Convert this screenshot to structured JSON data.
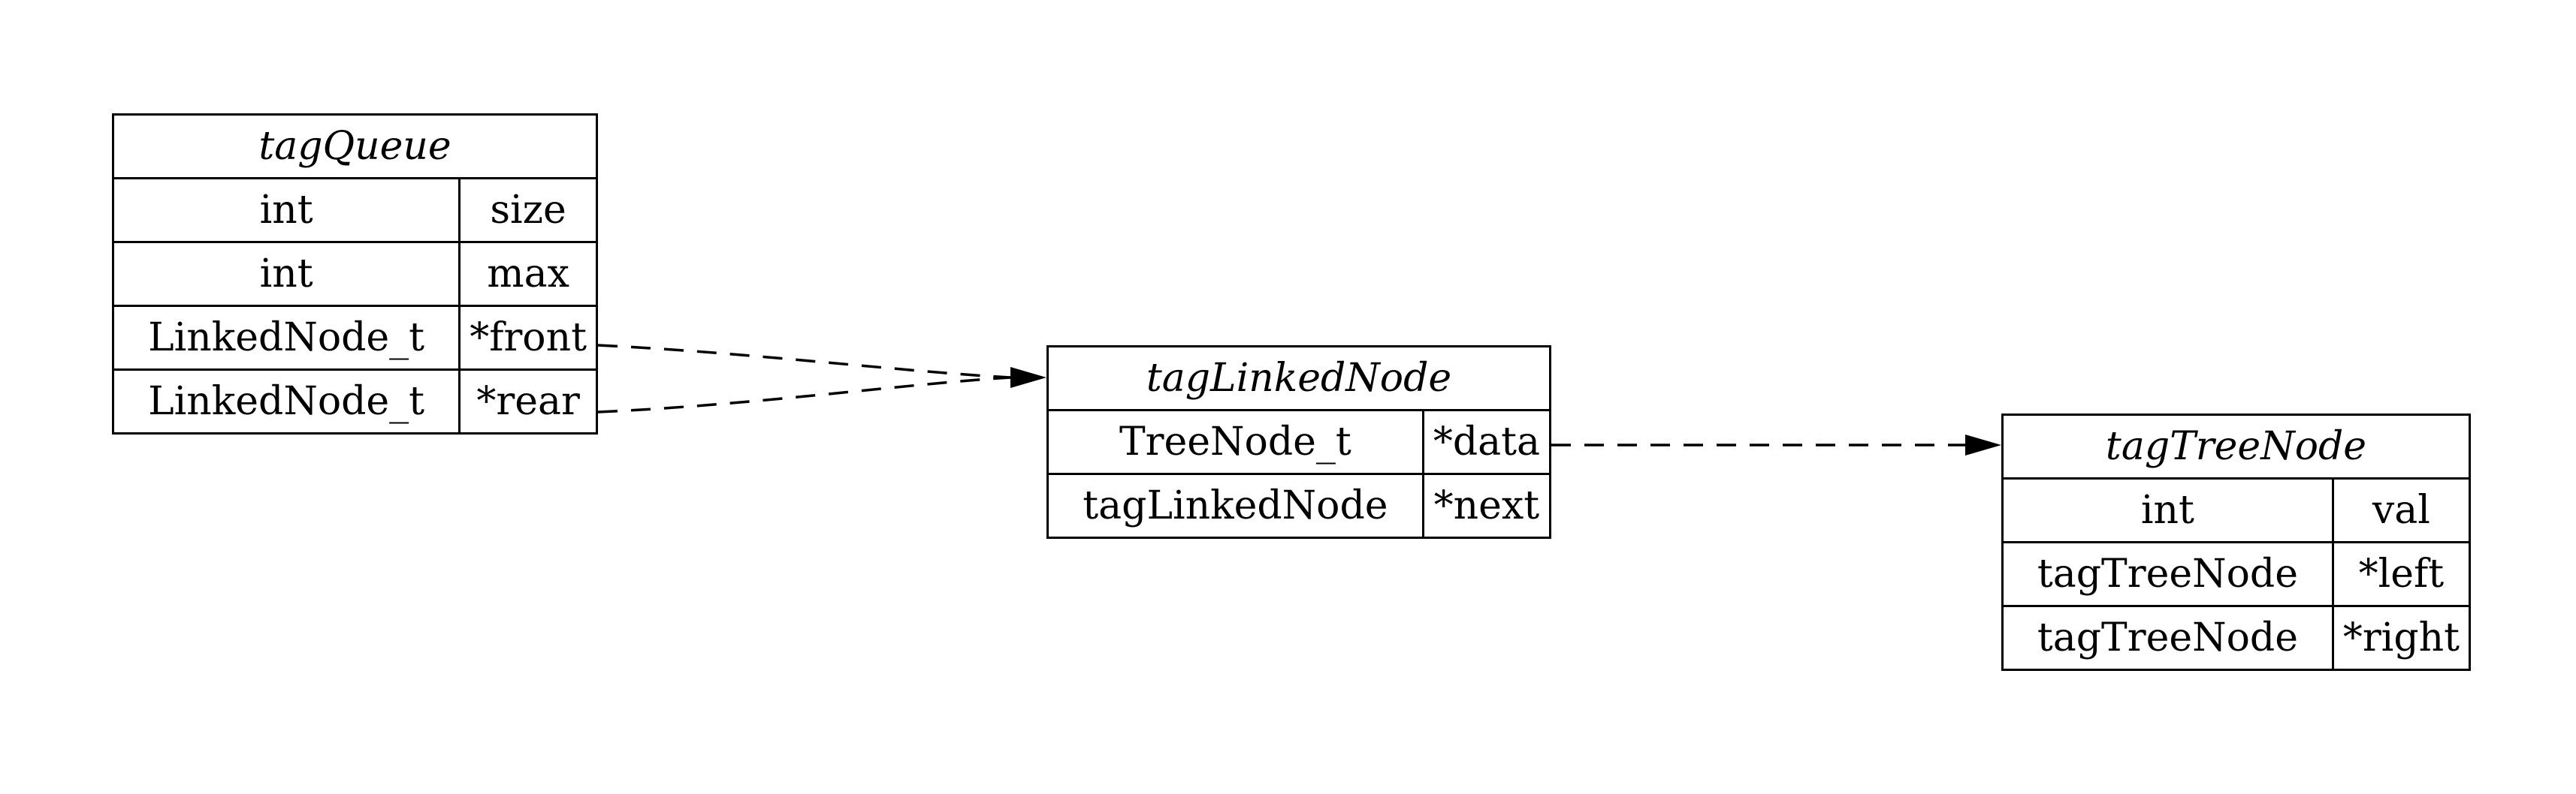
{
  "nodes": {
    "queue": {
      "title": "tagQueue",
      "fields": [
        {
          "type": "int",
          "name": "size"
        },
        {
          "type": "int",
          "name": "max"
        },
        {
          "type": "LinkedNode_t",
          "name": "*front"
        },
        {
          "type": "LinkedNode_t",
          "name": "*rear"
        }
      ]
    },
    "linked": {
      "title": "tagLinkedNode",
      "fields": [
        {
          "type": "TreeNode_t",
          "name": "*data"
        },
        {
          "type": "tagLinkedNode",
          "name": "*next"
        }
      ]
    },
    "tree": {
      "title": "tagTreeNode",
      "fields": [
        {
          "type": "int",
          "name": "val"
        },
        {
          "type": "tagTreeNode",
          "name": "*left"
        },
        {
          "type": "tagTreeNode",
          "name": "*right"
        }
      ]
    }
  },
  "edges": [
    {
      "from": "tagQueue.*front",
      "to": "tagLinkedNode",
      "style": "dashed"
    },
    {
      "from": "tagQueue.*rear",
      "to": "tagLinkedNode",
      "style": "dashed"
    },
    {
      "from": "tagLinkedNode.*data",
      "to": "tagTreeNode",
      "style": "dashed"
    }
  ],
  "colors": {
    "line": "#000000",
    "background": "#ffffff"
  }
}
